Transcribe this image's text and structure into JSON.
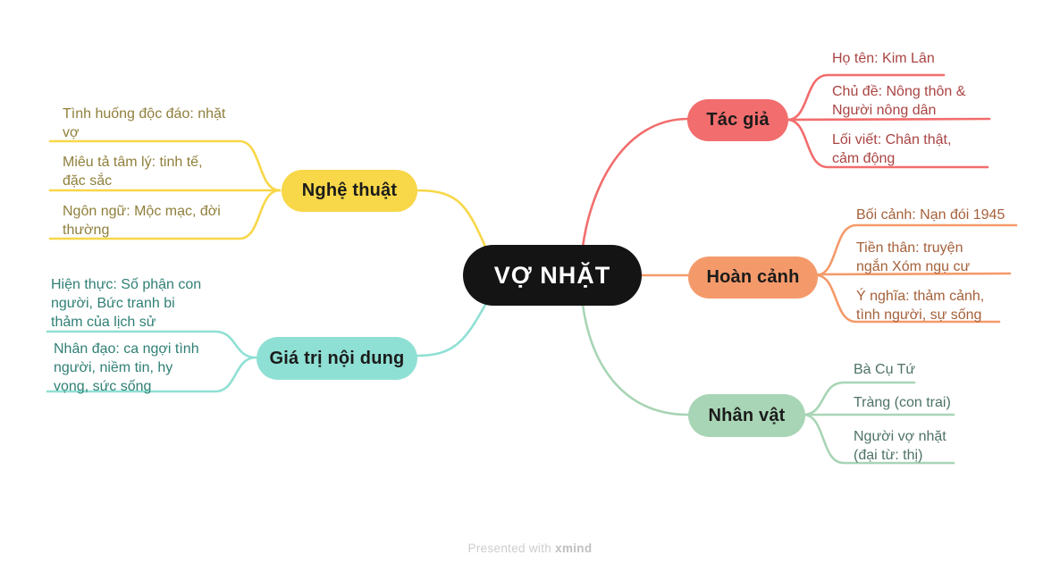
{
  "central": {
    "label": "VỢ NHẶT",
    "bg": "#141414",
    "text_color": "#FFFFFF"
  },
  "branches": [
    {
      "id": "tac-gia",
      "label": "Tác giả",
      "color": "#F26D6D",
      "text_color": "#A94442",
      "children": [
        "Họ tên: Kim Lân",
        "Chủ đề: Nông thôn &\nNgười nông dân",
        "Lối viết: Chân thật,\ncảm động"
      ]
    },
    {
      "id": "hoan-canh",
      "label": "Hoàn cảnh",
      "color": "#F49A6A",
      "text_color": "#A5613B",
      "children": [
        "Bối cảnh: Nạn đói 1945",
        "Tiền thân: truyện\nngắn Xóm ngụ cư",
        "Ý nghĩa: thảm cảnh,\ntình người, sự sống"
      ]
    },
    {
      "id": "nhan-vat",
      "label": "Nhân vật",
      "color": "#A8D5B5",
      "text_color": "#4E7265",
      "children": [
        "Bà Cụ Tứ",
        "Tràng (con trai)",
        "Người vợ nhặt\n(đại từ: thị)"
      ]
    },
    {
      "id": "nghe-thuat",
      "label": "Nghệ thuật",
      "color": "#F8D748",
      "text_color": "#8F7F3B",
      "children": [
        "Tình huống độc đáo: nhặt\nvợ",
        "Miêu tả tâm lý: tinh tế,\nđặc sắc",
        "Ngôn ngữ: Mộc mạc, đời\nthường"
      ]
    },
    {
      "id": "gia-tri",
      "label": "Giá trị nội dung",
      "color": "#8FE0D4",
      "text_color": "#2F7F75",
      "children": [
        "Hiện thực: Số phận con\nngười, Bức tranh bi\nthảm của lịch sử",
        "Nhân đạo: ca ngợi tình\nngười, niềm tin, hy\nvọng, sức sống"
      ]
    }
  ],
  "footer": {
    "prefix": "Presented with ",
    "brand": "xmind"
  }
}
